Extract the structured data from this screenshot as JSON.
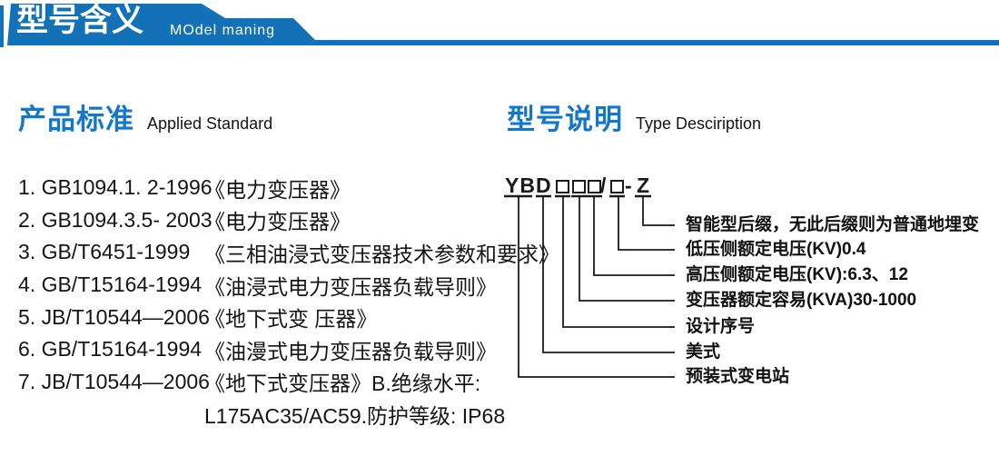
{
  "banner": {
    "title": "型号含义",
    "subtitle": "MOdel maning"
  },
  "left_section": {
    "heading_zh": "产品标准",
    "heading_en": "Applied Standard",
    "items": [
      {
        "code": "1. GB1094.1. 2-1996",
        "title": "《电力变压器》"
      },
      {
        "code": "2. GB1094.3.5- 2003",
        "title": "《电力变压器》"
      },
      {
        "code": "3. GB/T6451-1999",
        "title": "《三相油浸式变压器技术参数和要求》"
      },
      {
        "code": "4. GB/T15164-1994",
        "title": "《油浸式电力变压器负载导则》"
      },
      {
        "code": "5. JB/T10544—2006",
        "title": "《地下式变 压器》"
      },
      {
        "code": "6. GB/T15164-1994",
        "title": "《油漫式电力变压器负载导则》"
      },
      {
        "code": "7. JB/T10544—2006",
        "title": "《地下式变压器》B.绝缘水平:"
      },
      {
        "code": "",
        "title": "L175AC35/AC59.防护等级: IP68"
      }
    ]
  },
  "right_section": {
    "heading_zh": "型号说明",
    "heading_en": "Type Desciription",
    "model_code": {
      "prefix": "YB",
      "series": "D",
      "slash": "/",
      "dash": "-",
      "suffix": "Z"
    },
    "labels": [
      "智能型后缀，无此后缀则为普通地埋变",
      "低压侧额定电压(KV)0.4",
      "高压侧额定电压(KV):6.3、12",
      "变压器额定容易(KVA)30-1000",
      "设计序号",
      "美式",
      "预装式变电站"
    ]
  },
  "colors": {
    "banner_blue": "#1271b7",
    "heading_blue": "#1377cc",
    "ink": "#1a1a1a"
  }
}
